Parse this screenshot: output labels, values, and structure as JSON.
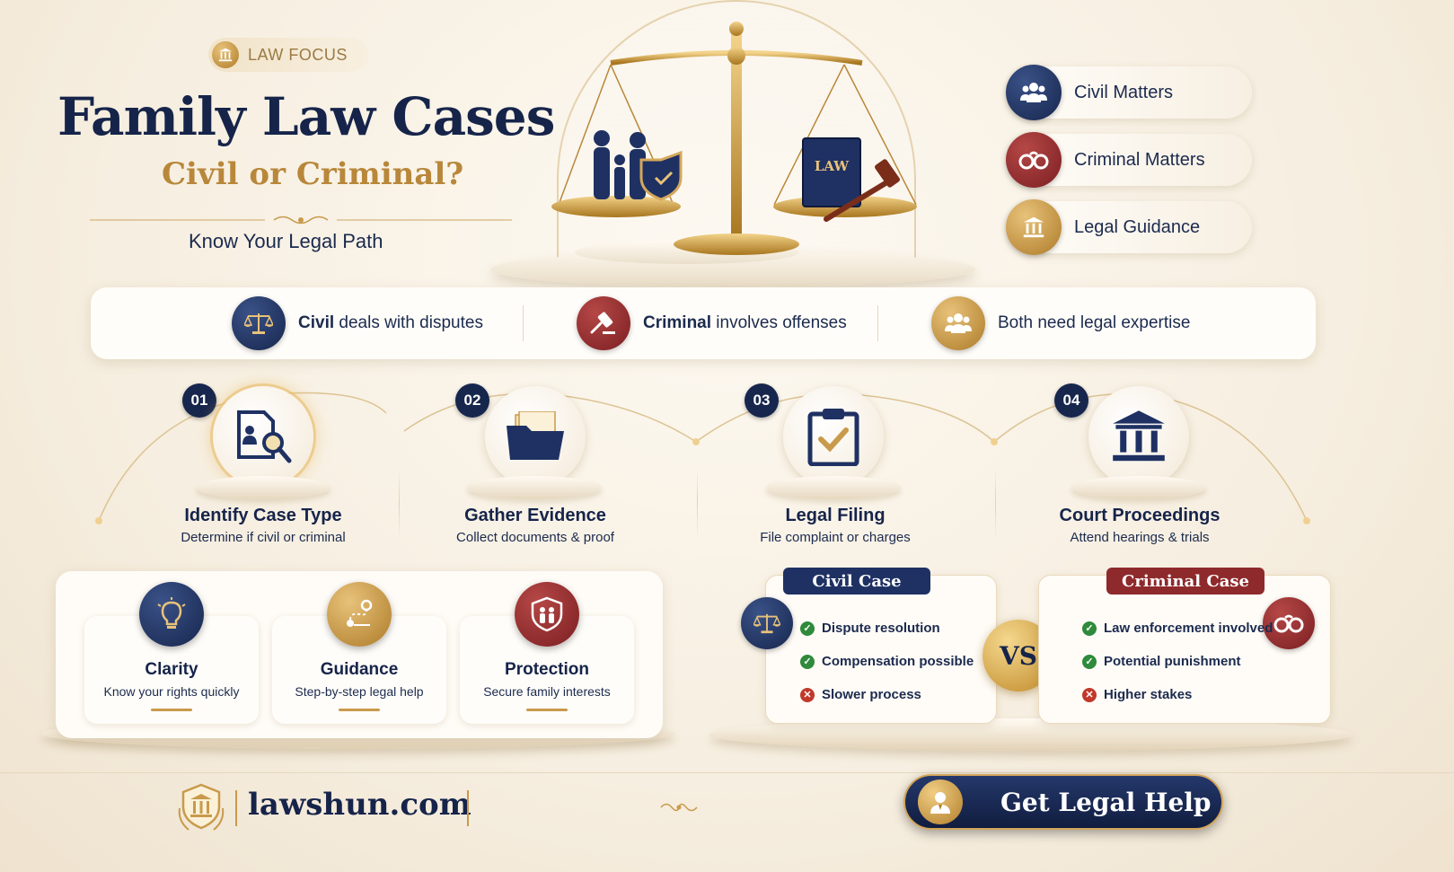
{
  "header": {
    "badge": "LAW FOCUS",
    "title": "Family Law Cases",
    "subtitle": "Civil or Criminal?",
    "tagline": "Know Your Legal Path"
  },
  "scale": {
    "book_label": "LAW"
  },
  "side_list": [
    {
      "label": "Civil Matters",
      "icon": "people-icon",
      "color": "#1f3163"
    },
    {
      "label": "Criminal Matters",
      "icon": "handcuffs-icon",
      "color": "#8e2a2c"
    },
    {
      "label": "Legal Guidance",
      "icon": "courthouse-icon",
      "color": "#b8873a"
    }
  ],
  "info_bar": [
    {
      "bold": "Civil",
      "rest": " deals with disputes",
      "icon": "scales-icon"
    },
    {
      "bold": "Criminal",
      "rest": " involves offenses",
      "icon": "gavel-icon"
    },
    {
      "bold": "",
      "rest": "Both need legal expertise",
      "icon": "group-icon"
    }
  ],
  "steps": [
    {
      "num": "01",
      "title": "Identify Case Type",
      "desc": "Determine if civil or criminal",
      "icon": "document-search-icon"
    },
    {
      "num": "02",
      "title": "Gather Evidence",
      "desc": "Collect documents & proof",
      "icon": "folder-icon"
    },
    {
      "num": "03",
      "title": "Legal Filing",
      "desc": "File complaint or charges",
      "icon": "clipboard-check-icon"
    },
    {
      "num": "04",
      "title": "Court Proceedings",
      "desc": "Attend hearings & trials",
      "icon": "courthouse-icon"
    }
  ],
  "benefits": [
    {
      "title": "Clarity",
      "desc": "Know your rights quickly",
      "icon": "lightbulb-icon"
    },
    {
      "title": "Guidance",
      "desc": "Step-by-step legal help",
      "icon": "route-icon"
    },
    {
      "title": "Protection",
      "desc": "Secure family interests",
      "icon": "family-shield-icon"
    }
  ],
  "comparison": {
    "civil": {
      "title": "Civil Case",
      "items": [
        {
          "text": "Dispute resolution",
          "ok": true
        },
        {
          "text": "Compensation possible",
          "ok": true
        },
        {
          "text": "Slower process",
          "ok": false
        }
      ]
    },
    "vs": "VS",
    "criminal": {
      "title": "Criminal Case",
      "items": [
        {
          "text": "Law enforcement involved",
          "ok": true
        },
        {
          "text": "Potential punishment",
          "ok": true
        },
        {
          "text": "Higher stakes",
          "ok": false
        }
      ]
    }
  },
  "footer": {
    "site": "lawshun.com",
    "cta": "Get Legal Help"
  },
  "colors": {
    "navy": "#16244a",
    "gold": "#b8873a",
    "red": "#8e2a2c",
    "cream": "#fbf5ea"
  }
}
